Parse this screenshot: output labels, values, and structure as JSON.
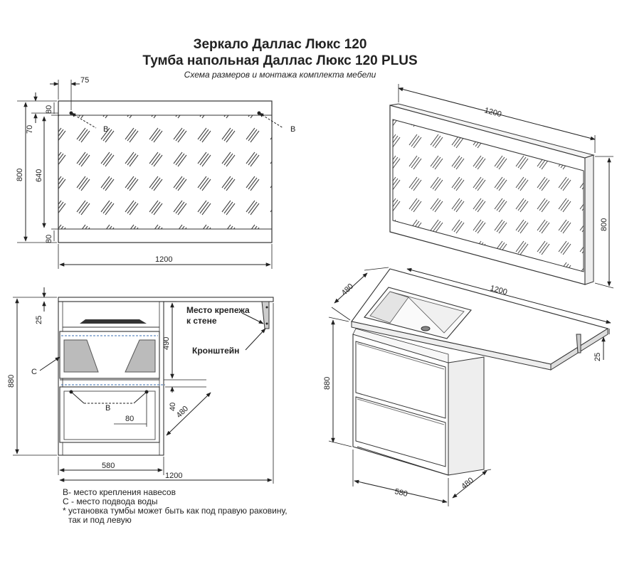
{
  "title_line1": "Зеркало Даллас Люкс 120",
  "title_line2": "Тумба напольная Даллас Люкс 120 PLUS",
  "subtitle": "Схема размеров и монтажа комплекта мебели",
  "mirror_front": {
    "dim_75": "75",
    "dim_80_top": "80",
    "dim_70": "70",
    "dim_800": "800",
    "dim_640": "640",
    "dim_80_bottom": "80",
    "dim_1200": "1200",
    "label_b_left": "B",
    "label_b_right": "B"
  },
  "mirror_iso": {
    "dim_1200": "1200",
    "dim_800": "800"
  },
  "cabinet_front": {
    "dim_880": "880",
    "dim_25": "25",
    "dim_490": "490",
    "dim_40": "40",
    "dim_80": "80",
    "dim_480": "480",
    "dim_580": "580",
    "dim_1200": "1200",
    "label_c": "C",
    "label_b": "B",
    "label_mount_line1": "Место крепежа",
    "label_mount_line2": "к стене",
    "label_bracket": "Кронштейн"
  },
  "cabinet_iso": {
    "dim_480_top": "480",
    "dim_1200": "1200",
    "dim_880": "880",
    "dim_25": "25",
    "dim_580": "580",
    "dim_480_bottom": "480"
  },
  "notes": [
    "B- место крепления навесов",
    "C - место подвода воды",
    "* установка тумбы может быть как под правую раковину,",
    "   так и под левую"
  ]
}
